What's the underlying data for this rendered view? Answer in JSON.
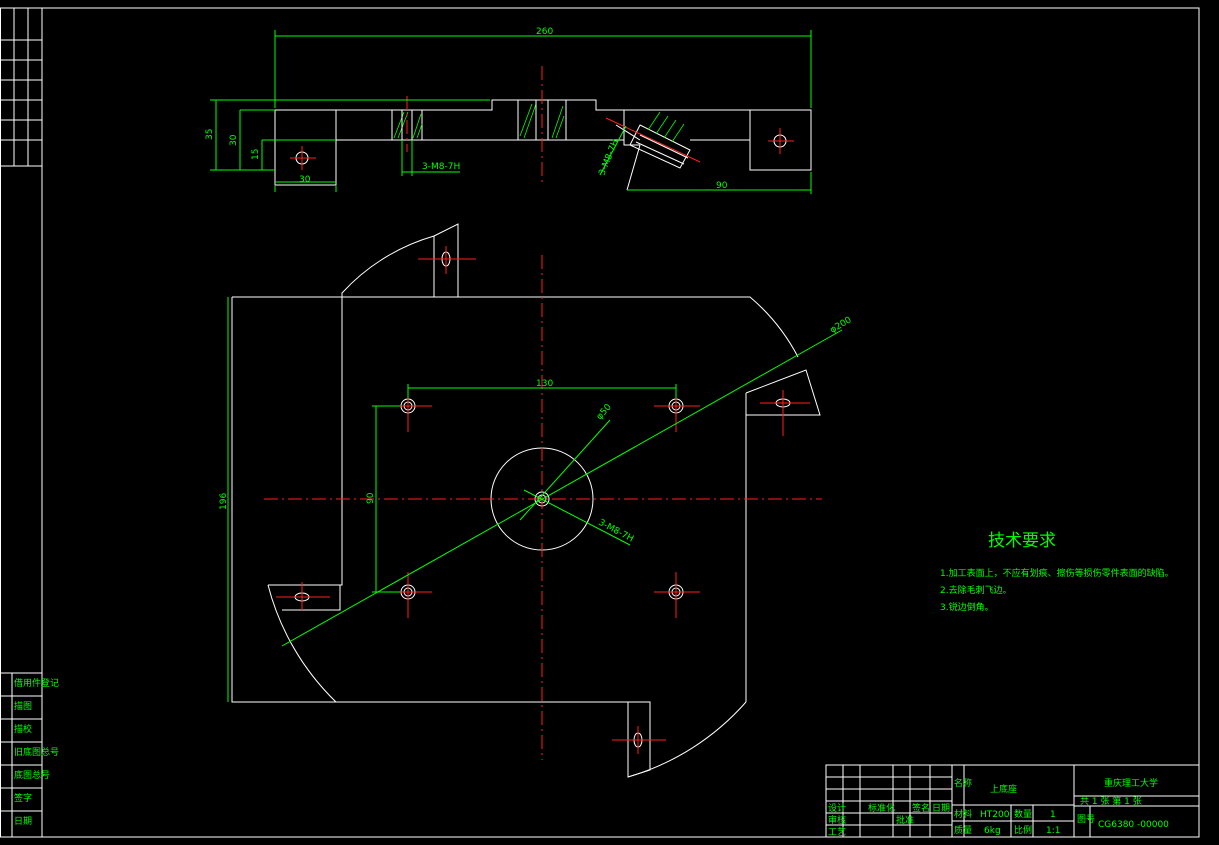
{
  "dimensions": {
    "top_width": "260",
    "top_height_35": "35",
    "top_height_30": "30",
    "top_height_15": "15",
    "left_tab_30": "30",
    "right_90": "90",
    "thread_left": "3-M8-7H",
    "thread_right": "3-M8-7H",
    "span_130": "130",
    "span_90": "90",
    "height_196": "196",
    "dia_200": "φ200",
    "dia_50": "φ50",
    "thread_center": "3-M8-7H"
  },
  "tech_req": {
    "title": "技术要求",
    "items": [
      "1.加工表面上，不应有划痕、擦伤等损伤零件表面的缺陷。",
      "2.去除毛刺飞边。",
      "3.锐边倒角。"
    ]
  },
  "title_block": {
    "part_name": "上底座",
    "school": "重庆理工大学",
    "material": "HT200",
    "weight": "6kg",
    "qty_label": "数量",
    "qty": "1",
    "scale_label": "比例",
    "scale": "1:1",
    "drawing_no": "CG6380 -00000",
    "sheet_info": "共 1 张 第 1 张",
    "weight_label": "质量",
    "material_label": "材料",
    "name_label": "名称",
    "sheet_label": "图号",
    "design_label": "设计",
    "check_label": "审核",
    "process_label": "工艺",
    "approve_label": "批准",
    "std_label": "标准化",
    "date_label": "日期",
    "sign_label": "签名"
  },
  "left_margin": {
    "labels": [
      "借用件登记",
      "描图",
      "描校",
      "旧底图总号",
      "底图总号",
      "签字",
      "日期"
    ]
  }
}
